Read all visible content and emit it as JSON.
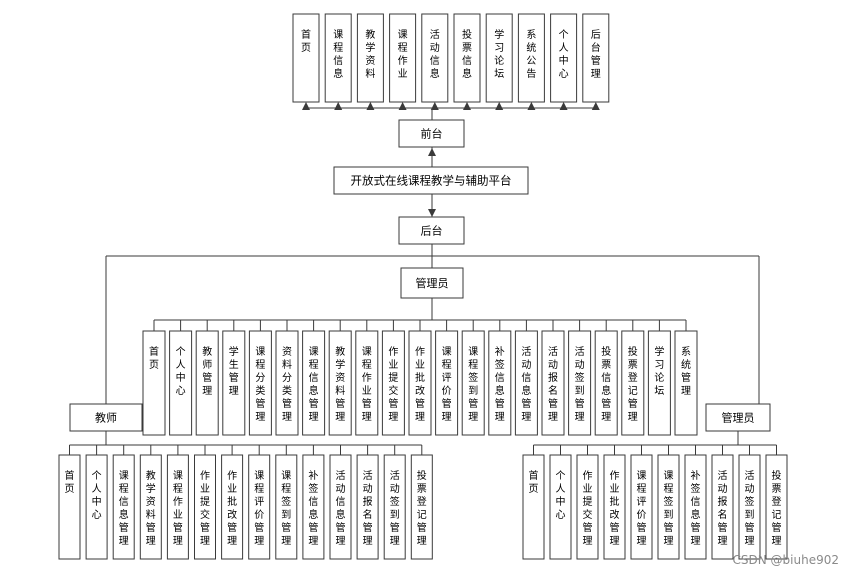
{
  "diagram": {
    "frontend_items": [
      "首页",
      "课程信息",
      "教学资料",
      "课程作业",
      "活动信息",
      "投票信息",
      "学习论坛",
      "系统公告",
      "个人中心",
      "后台管理"
    ],
    "frontend": "前台",
    "platform": "开放式在线课程教学与辅助平台",
    "backend": "后台",
    "admin": "管理员",
    "admin_items": [
      "首页",
      "个人中心",
      "教师管理",
      "学生管理",
      "课程分类管理",
      "资料分类管理",
      "课程信息管理",
      "教学资料管理",
      "课程作业管理",
      "作业提交管理",
      "作业批改管理",
      "课程评价管理",
      "课程签到管理",
      "补签信息管理",
      "活动信息管理",
      "活动报名管理",
      "活动签到管理",
      "投票信息管理",
      "投票登记管理",
      "学习论坛",
      "系统管理"
    ],
    "teacher": "教师",
    "teacher_items": [
      "首页",
      "个人中心",
      "课程信息管理",
      "教学资料管理",
      "课程作业管理",
      "作业提交管理",
      "作业批改管理",
      "课程评价管理",
      "课程签到管理",
      "补签信息管理",
      "活动信息管理",
      "活动报名管理",
      "活动签到管理",
      "投票登记管理"
    ],
    "student": "管理员",
    "student_items": [
      "首页",
      "个人中心",
      "作业提交管理",
      "作业批改管理",
      "课程评价管理",
      "课程签到管理",
      "补签信息管理",
      "活动报名管理",
      "活动签到管理",
      "投票登记管理"
    ]
  },
  "watermark": "CSDN @biuhe902"
}
